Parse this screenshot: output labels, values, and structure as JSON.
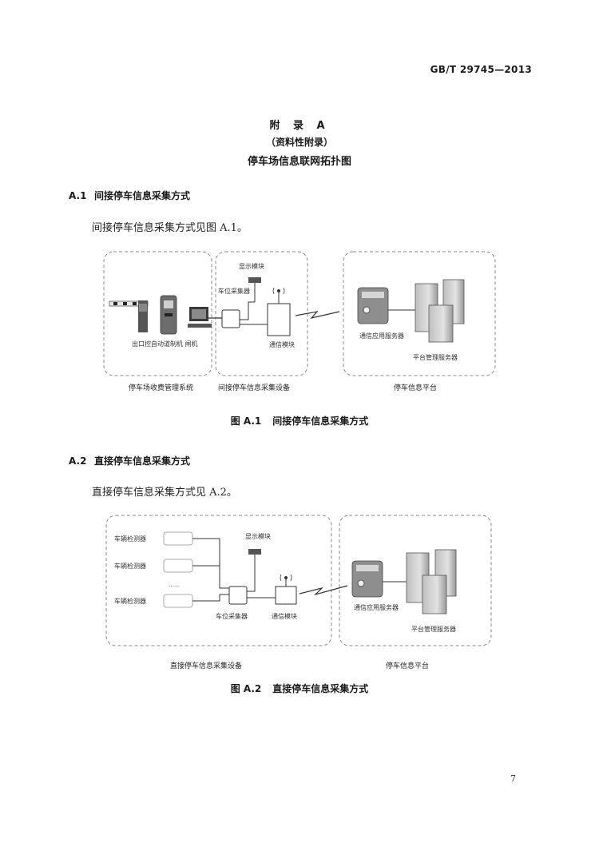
{
  "header": {
    "standard_code": "GB/T 29745—2013"
  },
  "annex": {
    "title": "附 录 A",
    "subtitle": "（资料性附录）",
    "name": "停车场信息联网拓扑图"
  },
  "sections": [
    {
      "number": "A.1",
      "title": "间接停车信息采集方式",
      "paragraph": "间接停车信息采集方式见图 A.1。",
      "figure": {
        "number": "图 A.1",
        "caption": "间接停车信息采集方式",
        "labels": {
          "display_module": "显示模块",
          "parking_collector": "车位采集器",
          "comm_module": "通信模块",
          "gate": "出口控自动道制机 闸机",
          "fee_system": "停车场收费管理系统",
          "indirect_device": "间接停车信息采集设备",
          "comm_server": "通信应用服务器",
          "platform_server": "平台管理服务器",
          "platform": "停车信息平台"
        }
      }
    },
    {
      "number": "A.2",
      "title": "直接停车信息采集方式",
      "paragraph": "直接停车信息采集方式见 A.2。",
      "figure": {
        "number": "图 A.2",
        "caption": "直接停车信息采集方式",
        "labels": {
          "detector_1": "车辆检测器",
          "detector_2": "车辆检测器",
          "detector_3": "车辆检测器",
          "ellipsis": "……",
          "display_module": "显示模块",
          "parking_collector": "车位采集器",
          "comm_module": "通信模块",
          "comm_server": "通信应用服务器",
          "platform_server": "平台管理服务器",
          "direct_device": "直接停车信息采集设备",
          "platform": "停车信息平台"
        }
      }
    }
  ],
  "footer": {
    "page_number": "7"
  }
}
